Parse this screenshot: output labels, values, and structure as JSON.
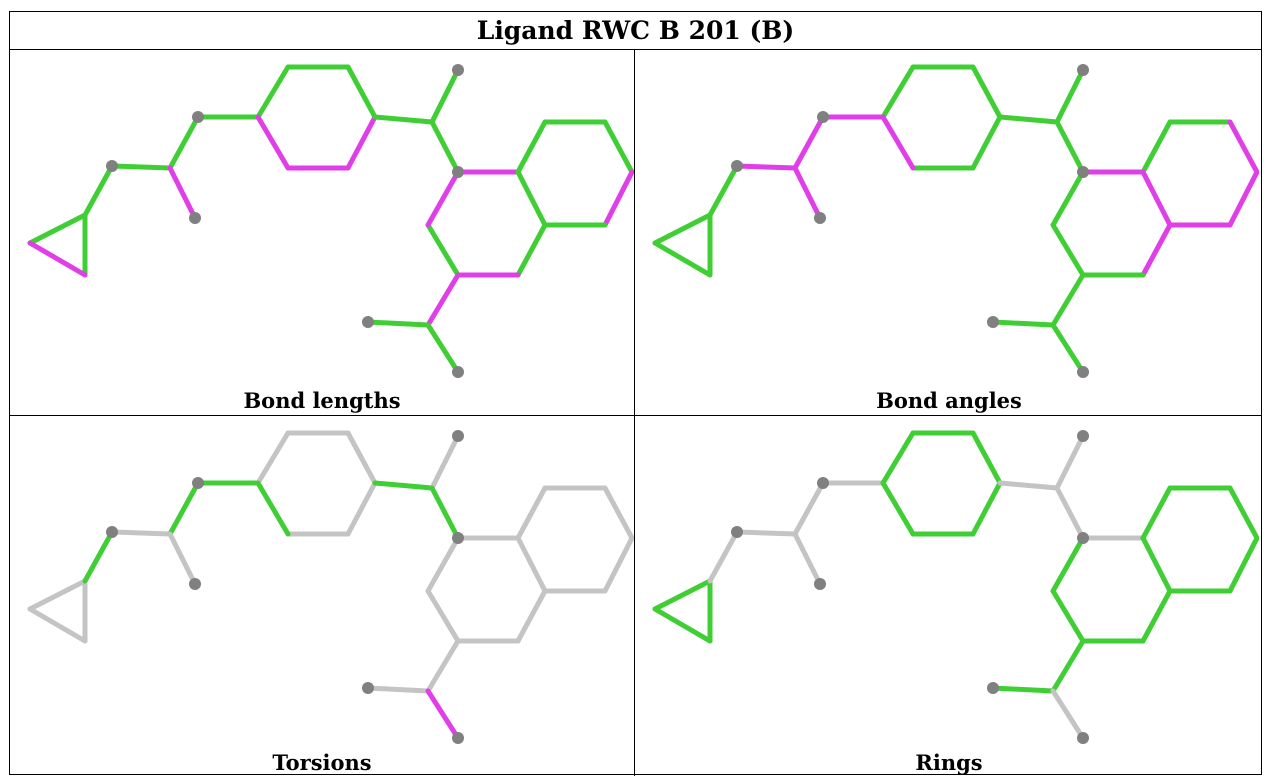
{
  "title": "Ligand RWC B 201 (B)",
  "colors": {
    "green": "#3fcf34",
    "magenta": "#e03ee8",
    "grey": "#c4c4c4",
    "atom": "#808080"
  },
  "panels": [
    {
      "caption": "Bond lengths",
      "bonds": [
        "g",
        "g",
        "m",
        "g",
        "g",
        "g",
        "g",
        "g",
        "g",
        "g",
        "m",
        "m",
        "m",
        "g",
        "g",
        "g",
        "m",
        "g",
        "g",
        "g",
        "m",
        "g",
        "g",
        "g",
        "m",
        "g",
        "m",
        "m",
        "g",
        "g",
        "m",
        "m"
      ]
    },
    {
      "caption": "Bond angles",
      "bonds": [
        "g",
        "g",
        "g",
        "g",
        "m",
        "m",
        "m",
        "g",
        "g",
        "g",
        "g",
        "g",
        "m",
        "g",
        "g",
        "g",
        "m",
        "g",
        "g",
        "m",
        "m",
        "m",
        "m",
        "m",
        "g",
        "g",
        "g",
        "g",
        "g",
        "g",
        "m",
        "m"
      ]
    },
    {
      "caption": "Torsions",
      "bonds": [
        "x",
        "x",
        "x",
        "g",
        "x",
        "g",
        "g",
        "x",
        "x",
        "x",
        "x",
        "x",
        "g",
        "g",
        "x",
        "g",
        "x",
        "x",
        "x",
        "x",
        "x",
        "x",
        "x",
        "x",
        "x",
        "x",
        "x",
        "x",
        "x",
        "m",
        "x",
        "x"
      ]
    },
    {
      "caption": "Rings",
      "bonds": [
        "g",
        "g",
        "g",
        "x",
        "x",
        "x",
        "x",
        "g",
        "g",
        "g",
        "g",
        "g",
        "g",
        "x",
        "x",
        "x",
        "x",
        "g",
        "g",
        "g",
        "g",
        "g",
        "g",
        "g",
        "g",
        "g",
        "g",
        "g",
        "g",
        "x",
        "x",
        "x"
      ]
    }
  ]
}
